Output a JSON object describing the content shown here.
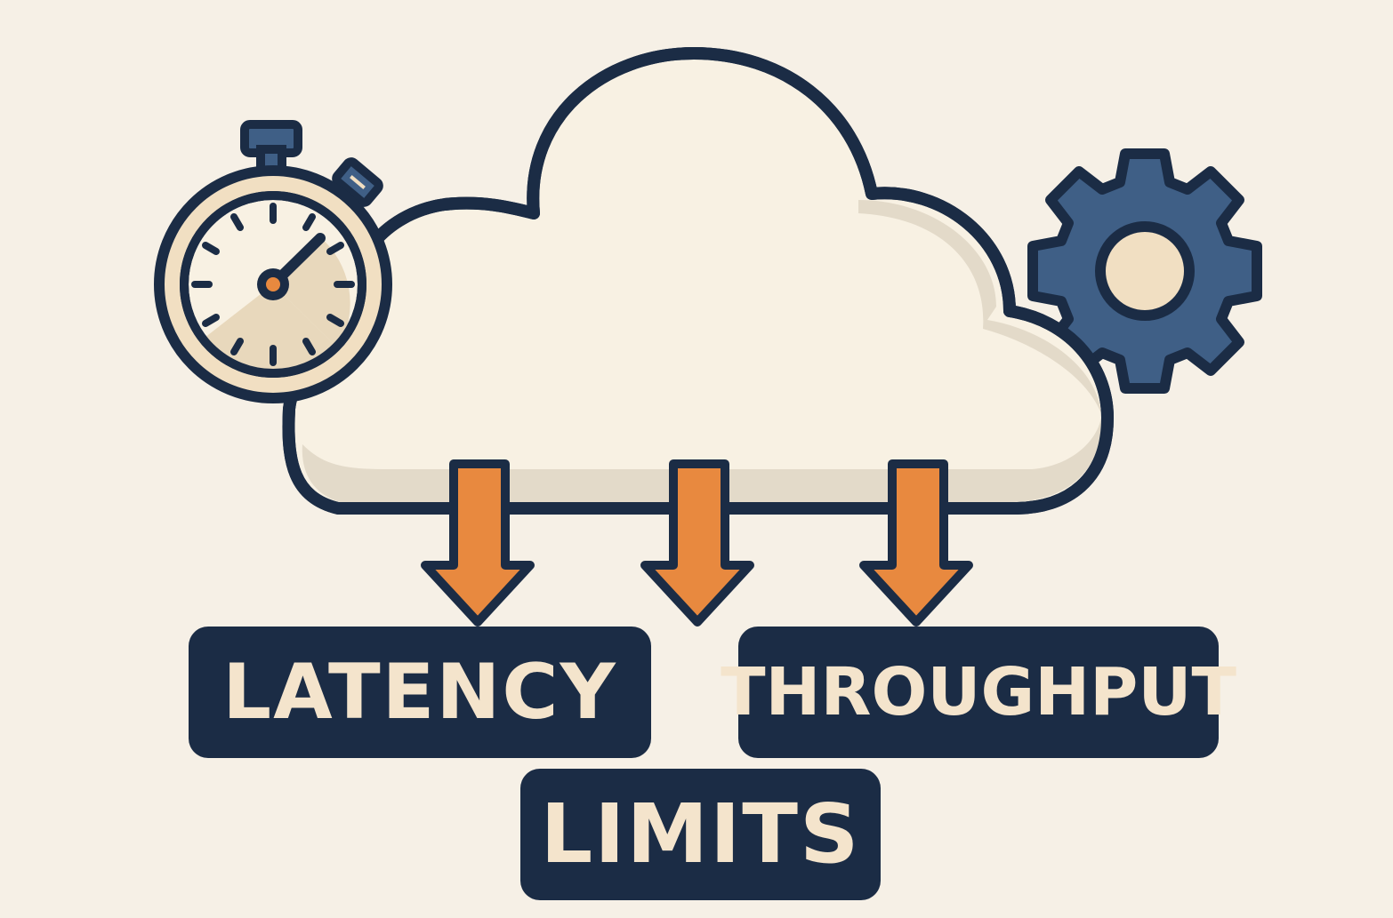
{
  "labels": {
    "latency": "LATENCY",
    "throughput": "THROUGHPUT",
    "limits": "LIMITS"
  },
  "icons": {
    "left": "stopwatch-icon",
    "right": "gear-icon",
    "center": "cloud-icon"
  },
  "colors": {
    "background": "#f6f0e6",
    "outline": "#1b2c45",
    "cloud_fill": "#f8f1e3",
    "cloud_shadow": "#e3dac9",
    "arrow": "#e8893f",
    "gear": "#3f5f86",
    "label_bg": "#1b2c45",
    "label_text": "#f4e4cc"
  }
}
